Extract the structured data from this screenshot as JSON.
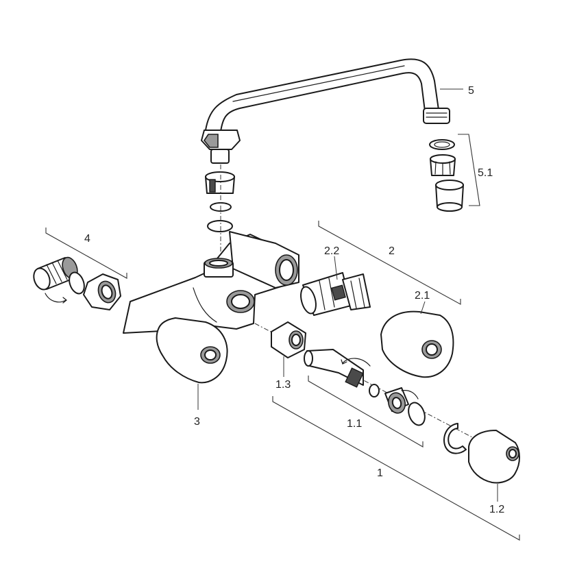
{
  "diagram": {
    "callouts": {
      "c1": "1",
      "c1_1": "1.1",
      "c1_2": "1.2",
      "c1_3": "1.3",
      "c2": "2",
      "c2_1": "2.1",
      "c2_2": "2.2",
      "c3": "3",
      "c4": "4",
      "c5": "5",
      "c5_1": "5.1"
    }
  }
}
